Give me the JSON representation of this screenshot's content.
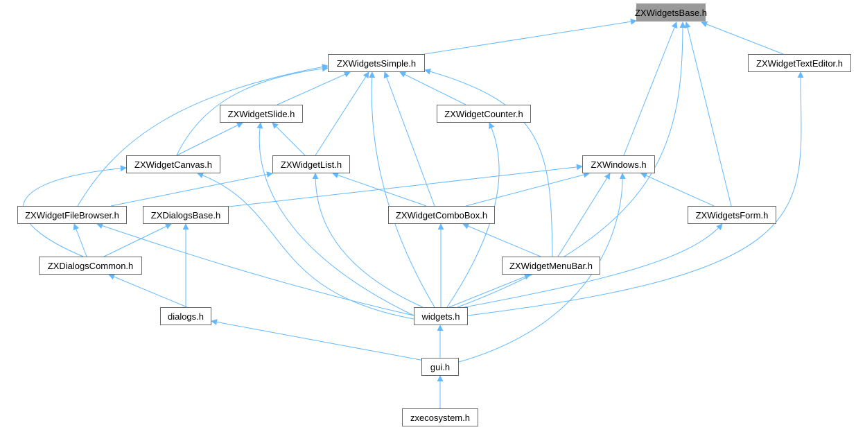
{
  "graph": {
    "edge_color": "#63b8ff",
    "root_fill": "#999999",
    "nodes": {
      "base": "ZXWidgetsBase.h",
      "simple": "ZXWidgetsSimple.h",
      "texteditor": "ZXWidgetTextEditor.h",
      "slide": "ZXWidgetSlide.h",
      "counter": "ZXWidgetCounter.h",
      "canvas": "ZXWidgetCanvas.h",
      "list": "ZXWidgetList.h",
      "windows": "ZXWindows.h",
      "filebrowser": "ZXWidgetFileBrowser.h",
      "dialogsbase": "ZXDialogsBase.h",
      "combobox": "ZXWidgetComboBox.h",
      "form": "ZXWidgetsForm.h",
      "dialogscommon": "ZXDialogsCommon.h",
      "menubar": "ZXWidgetMenuBar.h",
      "dialogs": "dialogs.h",
      "widgets": "widgets.h",
      "gui": "gui.h",
      "zxecosystem": "zxecosystem.h"
    },
    "edges": [
      [
        "simple",
        "base"
      ],
      [
        "texteditor",
        "base"
      ],
      [
        "windows",
        "base"
      ],
      [
        "widgets",
        "base"
      ],
      [
        "form",
        "base"
      ],
      [
        "slide",
        "simple"
      ],
      [
        "counter",
        "simple"
      ],
      [
        "canvas",
        "simple"
      ],
      [
        "filebrowser",
        "simple"
      ],
      [
        "list",
        "simple"
      ],
      [
        "widgets",
        "simple"
      ],
      [
        "combobox",
        "simple"
      ],
      [
        "menubar",
        "simple"
      ],
      [
        "canvas",
        "slide"
      ],
      [
        "list",
        "slide"
      ],
      [
        "widgets",
        "slide"
      ],
      [
        "widgets",
        "counter"
      ],
      [
        "dialogscommon",
        "canvas"
      ],
      [
        "widgets",
        "canvas"
      ],
      [
        "filebrowser",
        "list"
      ],
      [
        "combobox",
        "list"
      ],
      [
        "widgets",
        "list"
      ],
      [
        "dialogsbase",
        "windows"
      ],
      [
        "combobox",
        "windows"
      ],
      [
        "menubar",
        "windows"
      ],
      [
        "gui",
        "windows"
      ],
      [
        "form",
        "windows"
      ],
      [
        "widgets",
        "texteditor"
      ],
      [
        "dialogscommon",
        "filebrowser"
      ],
      [
        "widgets",
        "filebrowser"
      ],
      [
        "dialogscommon",
        "dialogsbase"
      ],
      [
        "dialogs",
        "dialogsbase"
      ],
      [
        "widgets",
        "combobox"
      ],
      [
        "menubar",
        "combobox"
      ],
      [
        "widgets",
        "form"
      ],
      [
        "dialogs",
        "dialogscommon"
      ],
      [
        "widgets",
        "menubar"
      ],
      [
        "gui",
        "dialogs"
      ],
      [
        "gui",
        "widgets"
      ],
      [
        "zxecosystem",
        "gui"
      ]
    ]
  }
}
